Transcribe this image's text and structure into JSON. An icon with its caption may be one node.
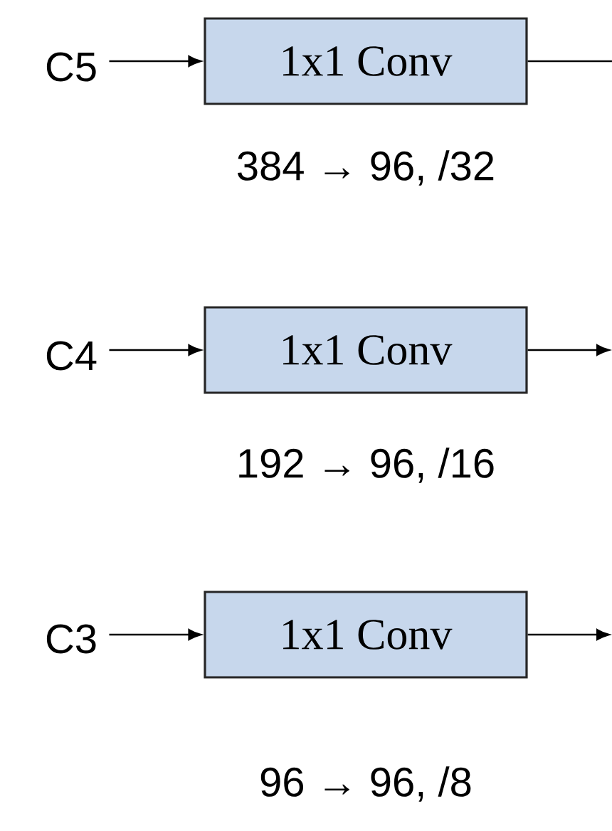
{
  "diagram": {
    "nodes": [
      {
        "text": [
          "C5"
        ]
      },
      {
        "text": [
          "1x1 Conv"
        ],
        "beside": [
          "384 → 96, /32"
        ]
      },
      {
        "text": [
          "C4"
        ]
      },
      {
        "text": [
          "1x1 Conv"
        ],
        "beside": [
          "192 → 96, /16"
        ]
      },
      {
        "text": [
          "C3"
        ]
      },
      {
        "text": [
          "1x1 Conv"
        ],
        "beside": [
          "96 → 96, /8"
        ]
      }
    ],
    "edges": [
      {
        "from": 0,
        "to": 1,
        "arrow": "to"
      },
      {
        "from": 1,
        "to": null,
        "arrow": "none"
      },
      {
        "from": 2,
        "to": 3,
        "arrow": "to"
      },
      {
        "from": 3,
        "to": null,
        "arrow": "to"
      },
      {
        "from": 4,
        "to": 5,
        "arrow": "to"
      },
      {
        "from": 5,
        "to": null,
        "arrow": "to"
      }
    ]
  }
}
